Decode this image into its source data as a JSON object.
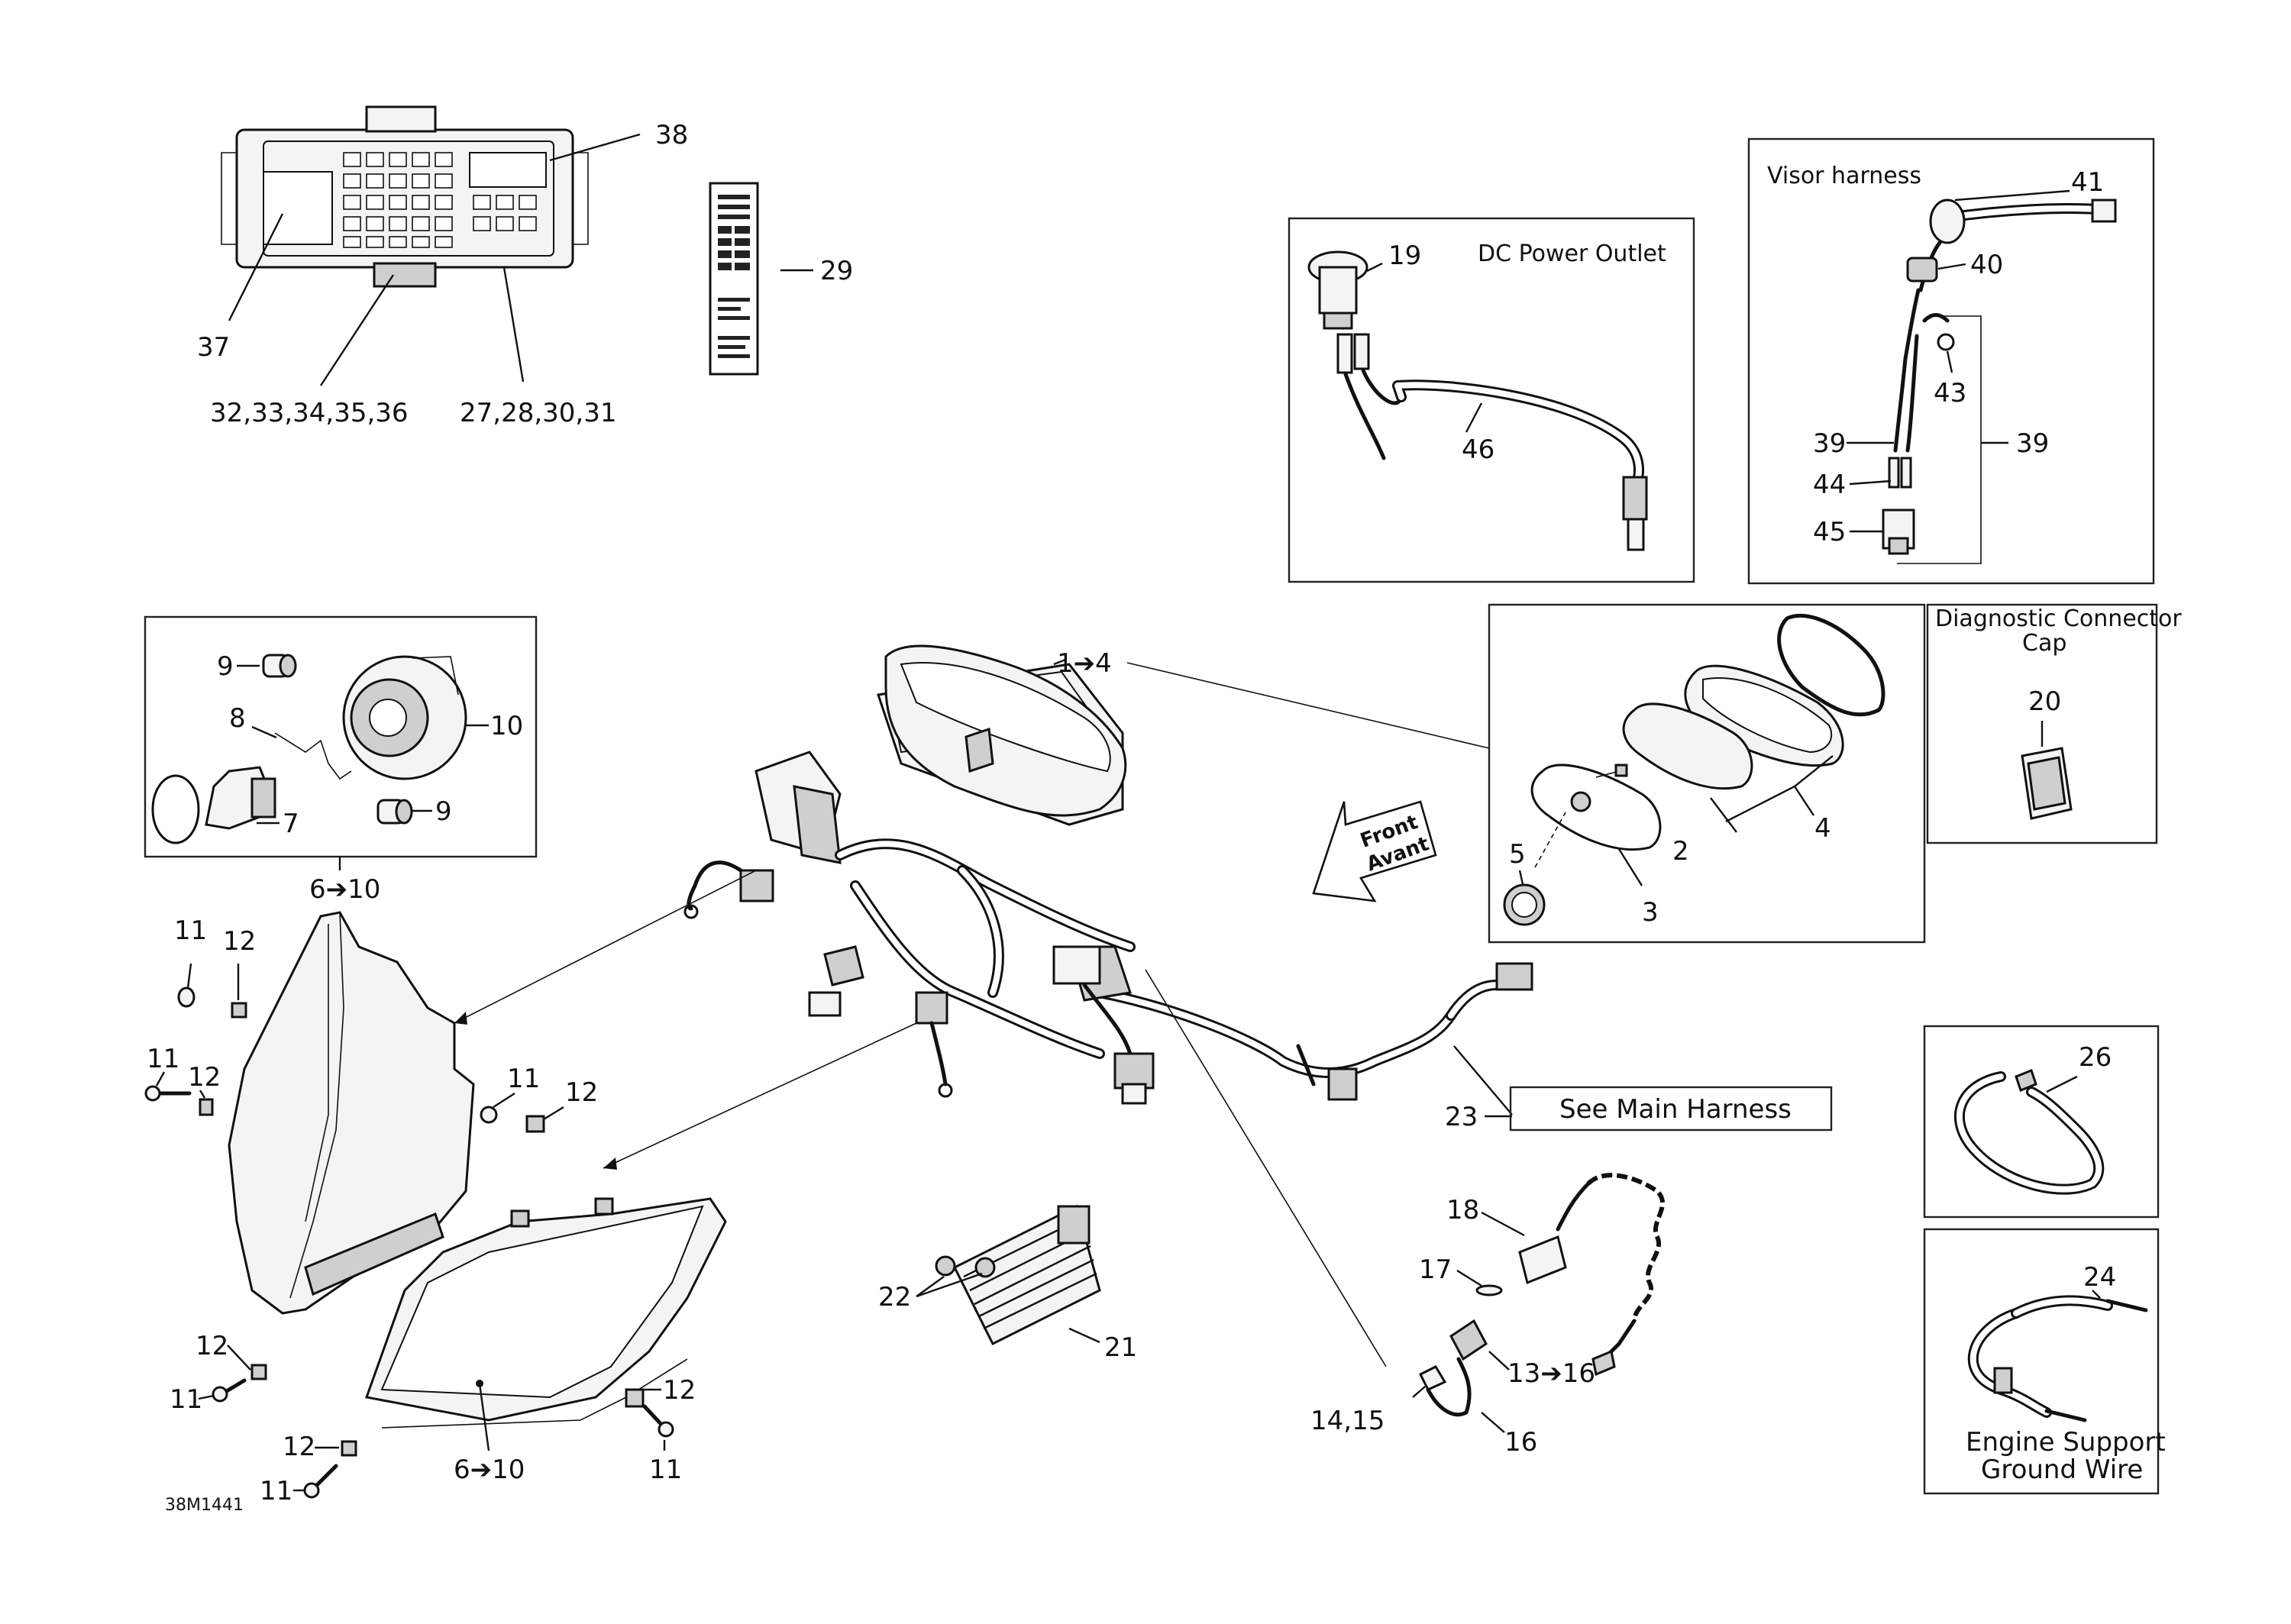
{
  "figure_id": "38M1441",
  "boxes": {
    "dc_power_outlet": "DC Power Outlet",
    "visor_harness": "Visor harness",
    "diagnostic_cap_line1": "Diagnostic Connector",
    "diagnostic_cap_line2": "Cap",
    "see_main_harness": "See Main Harness",
    "engine_ground_line1": "Engine Support",
    "engine_ground_line2": "Ground Wire"
  },
  "front_arrow": {
    "line1": "Front",
    "line2": "Avant"
  },
  "callouts": {
    "c38": "38",
    "c37": "37",
    "c29": "29",
    "c32_36": "32,33,34,35,36",
    "c27_31": "27,28,30,31",
    "c19": "19",
    "c46": "46",
    "c41": "41",
    "c40": "40",
    "c43": "43",
    "c39a": "39",
    "c39b": "39",
    "c44": "44",
    "c45": "45",
    "c9a": "9",
    "c8": "8",
    "c10": "10",
    "c7": "7",
    "c9b": "9",
    "c6_10a": "6➔10",
    "c1_4": "1➔4",
    "c2": "2",
    "c3": "3",
    "c4": "4",
    "c5": "5",
    "c20": "20",
    "c11a": "11",
    "c12a": "12",
    "c11b": "11",
    "c12b": "12",
    "c11c": "11",
    "c12c": "12",
    "c12d": "12",
    "c11d": "11",
    "c12e": "12",
    "c11e": "11",
    "c12f": "12",
    "c11f": "11",
    "c6_10b": "6➔10",
    "c22": "22",
    "c21": "21",
    "c23": "23",
    "c26": "26",
    "c24": "24",
    "c18": "18",
    "c17": "17",
    "c13_16": "13➔16",
    "c14_15": "14,15",
    "c16": "16"
  },
  "icons": [
    "fuse-box",
    "fuse-label-decal",
    "dc-power-outlet",
    "visor-harness",
    "headlight-bulb",
    "headlight-housing",
    "instrument-cluster",
    "wiring-harness",
    "voltage-regulator",
    "tether-cord",
    "cable-tie",
    "ground-wire",
    "diagnostic-cap",
    "front-direction-arrow"
  ]
}
